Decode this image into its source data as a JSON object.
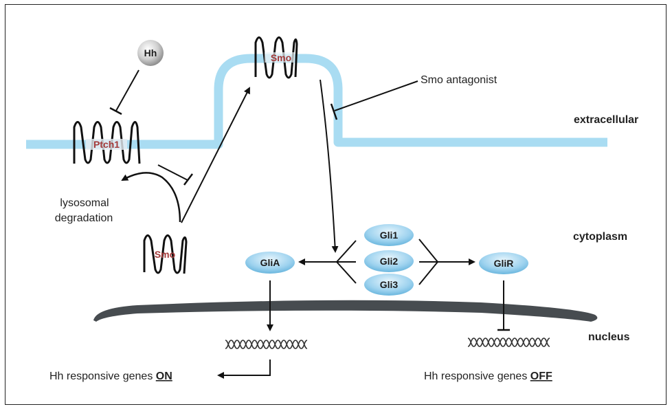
{
  "title": "Hedgehog signaling pathway",
  "compartments": {
    "extracellular": "extracellular",
    "cytoplasm": "cytoplasm",
    "nucleus": "nucleus"
  },
  "ligand": {
    "label": "Hh"
  },
  "receptors": {
    "ptch1": "Ptch1",
    "smo_membrane": "Smo",
    "smo_internal": "Smo"
  },
  "annotations": {
    "antagonist": "Smo antagonist",
    "degradation_line1": "lysosomal",
    "degradation_line2": "degradation"
  },
  "gli": {
    "forms": [
      "Gli1",
      "Gli2",
      "Gli3"
    ],
    "activator": "GliA",
    "repressor": "GliR"
  },
  "outputs": {
    "on_prefix": "Hh responsive genes ",
    "on_state": "ON",
    "off_prefix": "Hh responsive genes ",
    "off_state": "OFF"
  },
  "colors": {
    "membrane": "#a9dcf2",
    "nuclear_envelope": "#474c50",
    "gli_fill": "#9fd3ef",
    "protein_label": "#a33a3a"
  }
}
